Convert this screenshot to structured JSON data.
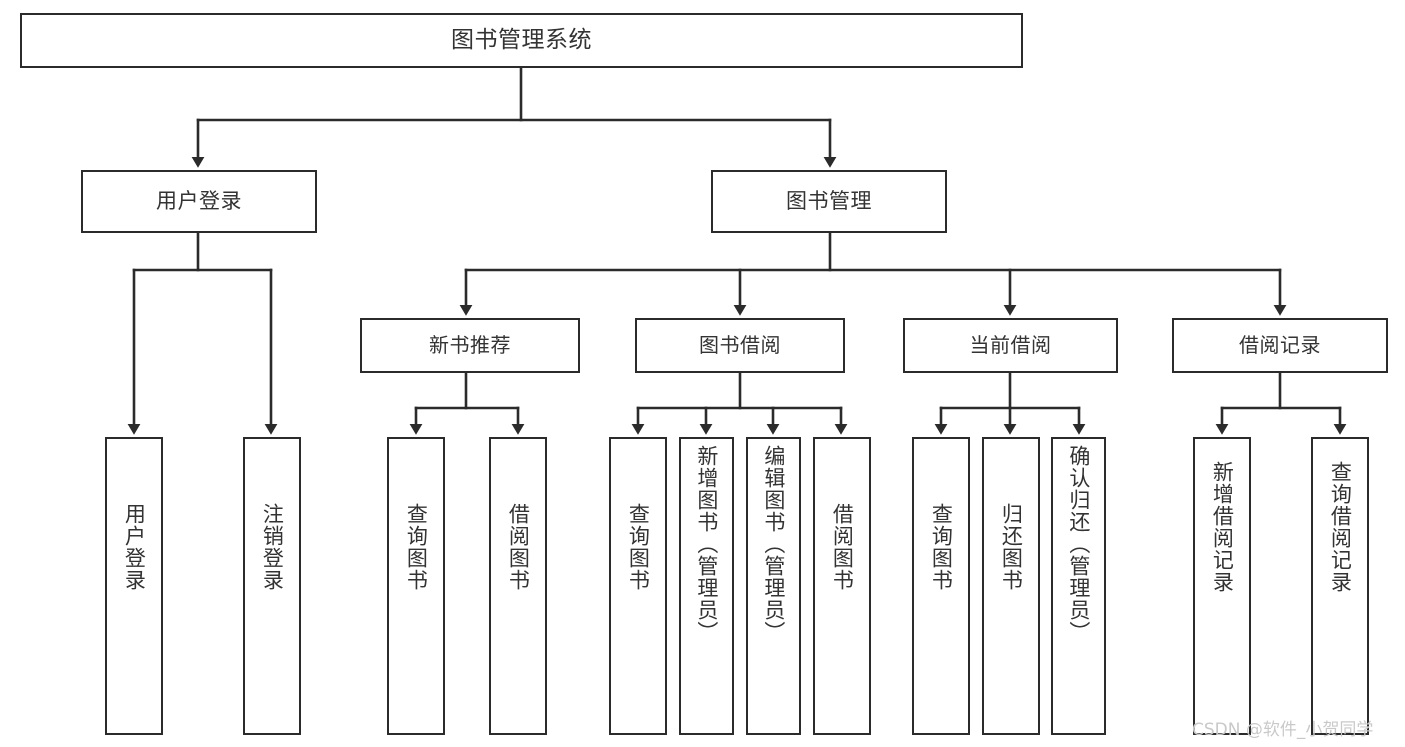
{
  "diagram": {
    "type": "tree-hierarchy-chart",
    "title": "图书管理系统",
    "line_color": "#2b2b2b",
    "box_fill": "#ffffff",
    "text_color": "#333333",
    "watermark": "CSDN @软件_小贺同学",
    "nodes": {
      "root": {
        "label": "图书管理系统"
      },
      "level2": [
        {
          "id": "user-login",
          "label": "用户登录"
        },
        {
          "id": "book-manage",
          "label": "图书管理"
        }
      ],
      "level3": [
        {
          "id": "new-book-recommend",
          "label": "新书推荐"
        },
        {
          "id": "book-borrow",
          "label": "图书借阅"
        },
        {
          "id": "current-borrow",
          "label": "当前借阅"
        },
        {
          "id": "borrow-record",
          "label": "借阅记录"
        }
      ],
      "leaves": [
        {
          "id": "leaf-user-login",
          "parent": "user-login",
          "label": "用户登录"
        },
        {
          "id": "leaf-logout-login",
          "parent": "user-login",
          "label": "注销登录"
        },
        {
          "id": "leaf-query-book-1",
          "parent": "new-book-recommend",
          "label": "查询图书"
        },
        {
          "id": "leaf-borrow-book-1",
          "parent": "new-book-recommend",
          "label": "借阅图书"
        },
        {
          "id": "leaf-query-book-2",
          "parent": "book-borrow",
          "label": "查询图书"
        },
        {
          "id": "leaf-add-book",
          "parent": "book-borrow",
          "label": "新增图书（管理员）"
        },
        {
          "id": "leaf-edit-book",
          "parent": "book-borrow",
          "label": "编辑图书（管理员）"
        },
        {
          "id": "leaf-borrow-book-2",
          "parent": "book-borrow",
          "label": "借阅图书"
        },
        {
          "id": "leaf-query-book-3",
          "parent": "current-borrow",
          "label": "查询图书"
        },
        {
          "id": "leaf-return-book",
          "parent": "current-borrow",
          "label": "归还图书"
        },
        {
          "id": "leaf-confirm-return",
          "parent": "current-borrow",
          "label": "确认归还（管理员）"
        },
        {
          "id": "leaf-add-record",
          "parent": "borrow-record",
          "label": "新增借阅记录"
        },
        {
          "id": "leaf-query-record",
          "parent": "borrow-record",
          "label": "查询借阅记录"
        }
      ]
    }
  }
}
